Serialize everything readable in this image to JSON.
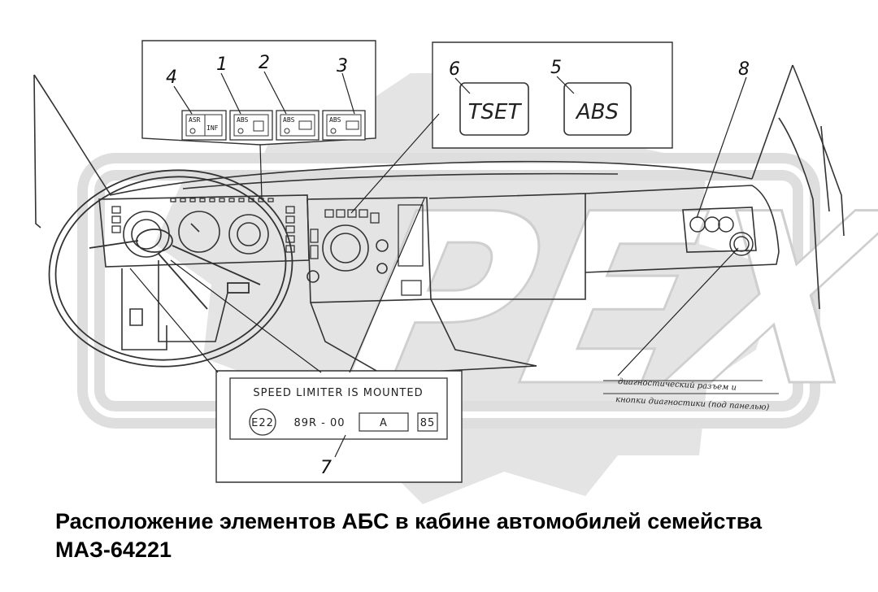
{
  "caption": {
    "line1": "Расположение элементов АБС в кабине автомобилей семейства",
    "line2": "МАЗ-64221"
  },
  "watermark": {
    "text": "PEX",
    "color": "#e2e2e2"
  },
  "callouts": [
    "4",
    "1",
    "2",
    "3",
    "6",
    "5",
    "8",
    "7"
  ],
  "indicators": [
    {
      "top": "ASR",
      "bottom": "INF"
    },
    {
      "top": "ABS",
      "bottom": ""
    },
    {
      "top": "ABS",
      "bottom": ""
    },
    {
      "top": "ABS",
      "bottom": ""
    }
  ],
  "lamps": {
    "tset": "TSET",
    "abs": "ABS"
  },
  "speed_plate": {
    "title": "SPEED LIMITER IS MOUNTED",
    "mark": "E22",
    "code": "89R - 00",
    "box": "A",
    "number": "85"
  },
  "diagnostic_note": {
    "line1": "диагностический разъем и",
    "line2": "кнопки диагностики (под панелью)"
  }
}
